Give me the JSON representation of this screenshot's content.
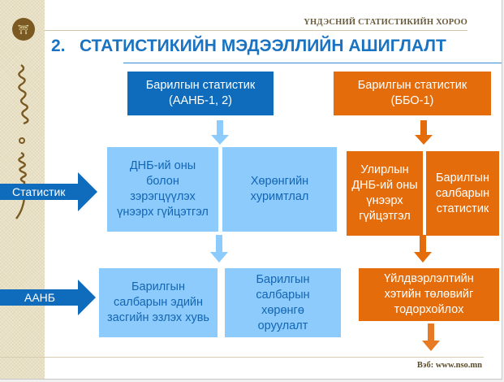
{
  "header": {
    "org_name": "ҮНДЭСНИЙ СТАТИСТИКИЙН ХОРОО",
    "title": "2.   СТАТИСТИКИЙН МЭДЭЭЛЛИЙН АШИГЛАЛТ",
    "logo_icon": "nso-emblem-icon"
  },
  "colors": {
    "dark_blue": "#0f6cbd",
    "light_blue": "#8ccbfc",
    "orange": "#e46c0a",
    "title_blue": "#1a73c2"
  },
  "side_labels": {
    "statistic": "Статистик",
    "aanb": "ААНБ"
  },
  "sources": {
    "left": "Барилгын статистик (ААНБ-1, 2)",
    "right": "Барилгын статистик (ББО-1)"
  },
  "row1": {
    "left": [
      "ДНБ-ий оны болон зэрэгцүүлэх үнээрх гүйцэтгэл",
      "Хөрөнгийн хуримтлал"
    ],
    "right": [
      "Улирлын ДНБ-ий оны үнээрх гүйцэтгэл",
      "Барилгын салбарын статистик"
    ]
  },
  "row2": {
    "left": [
      "Барилгын салбарын эдийн засгийн эзлэх хувь",
      "Барилгын салбарын хөрөнгө оруулалт"
    ],
    "right": "Үйлдвэрлэлтийн хэтийн төлөвийг тодорхойлох"
  },
  "footer": {
    "website": "Вэб: www.nso.mn"
  }
}
